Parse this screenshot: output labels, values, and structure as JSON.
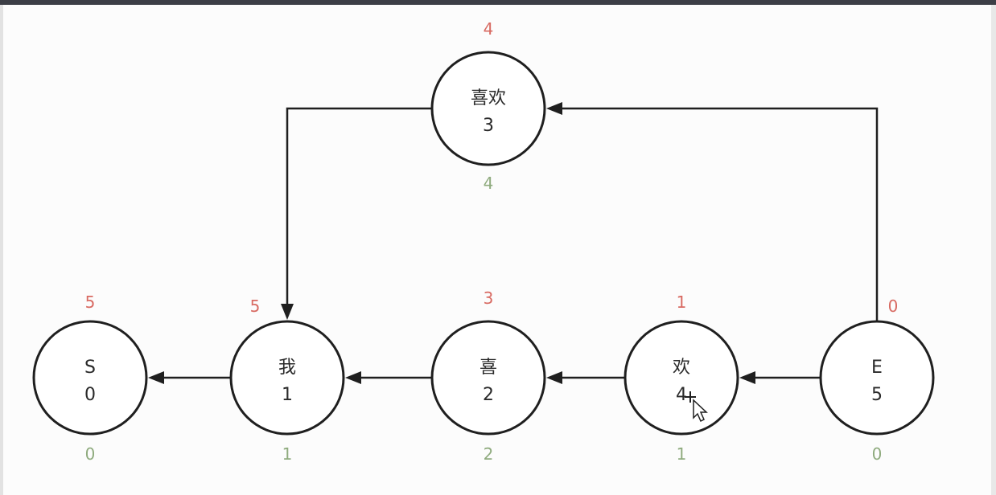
{
  "colors": {
    "top_number": "#d86a62",
    "bottom_number": "#8fab7e",
    "stroke": "#1f1f1f"
  },
  "nodes": [
    {
      "id": "S",
      "label": "S",
      "index": "0",
      "top": "5",
      "bottom": "0"
    },
    {
      "id": "wo",
      "label": "我",
      "index": "1",
      "top": "5",
      "bottom": "1"
    },
    {
      "id": "xi",
      "label": "喜",
      "index": "2",
      "top": "3",
      "bottom": "2"
    },
    {
      "id": "xihuan",
      "label": "喜欢",
      "index": "3",
      "top": "4",
      "bottom": "4"
    },
    {
      "id": "huan",
      "label": "欢",
      "index": "4",
      "top": "1",
      "bottom": "1"
    },
    {
      "id": "E",
      "label": "E",
      "index": "5",
      "top": "0",
      "bottom": "0"
    }
  ],
  "edges": [
    {
      "from": "E",
      "to": "huan"
    },
    {
      "from": "huan",
      "to": "xi"
    },
    {
      "from": "xi",
      "to": "wo"
    },
    {
      "from": "wo",
      "to": "S"
    },
    {
      "from": "E",
      "to": "xihuan"
    },
    {
      "from": "xihuan",
      "to": "wo"
    }
  ]
}
